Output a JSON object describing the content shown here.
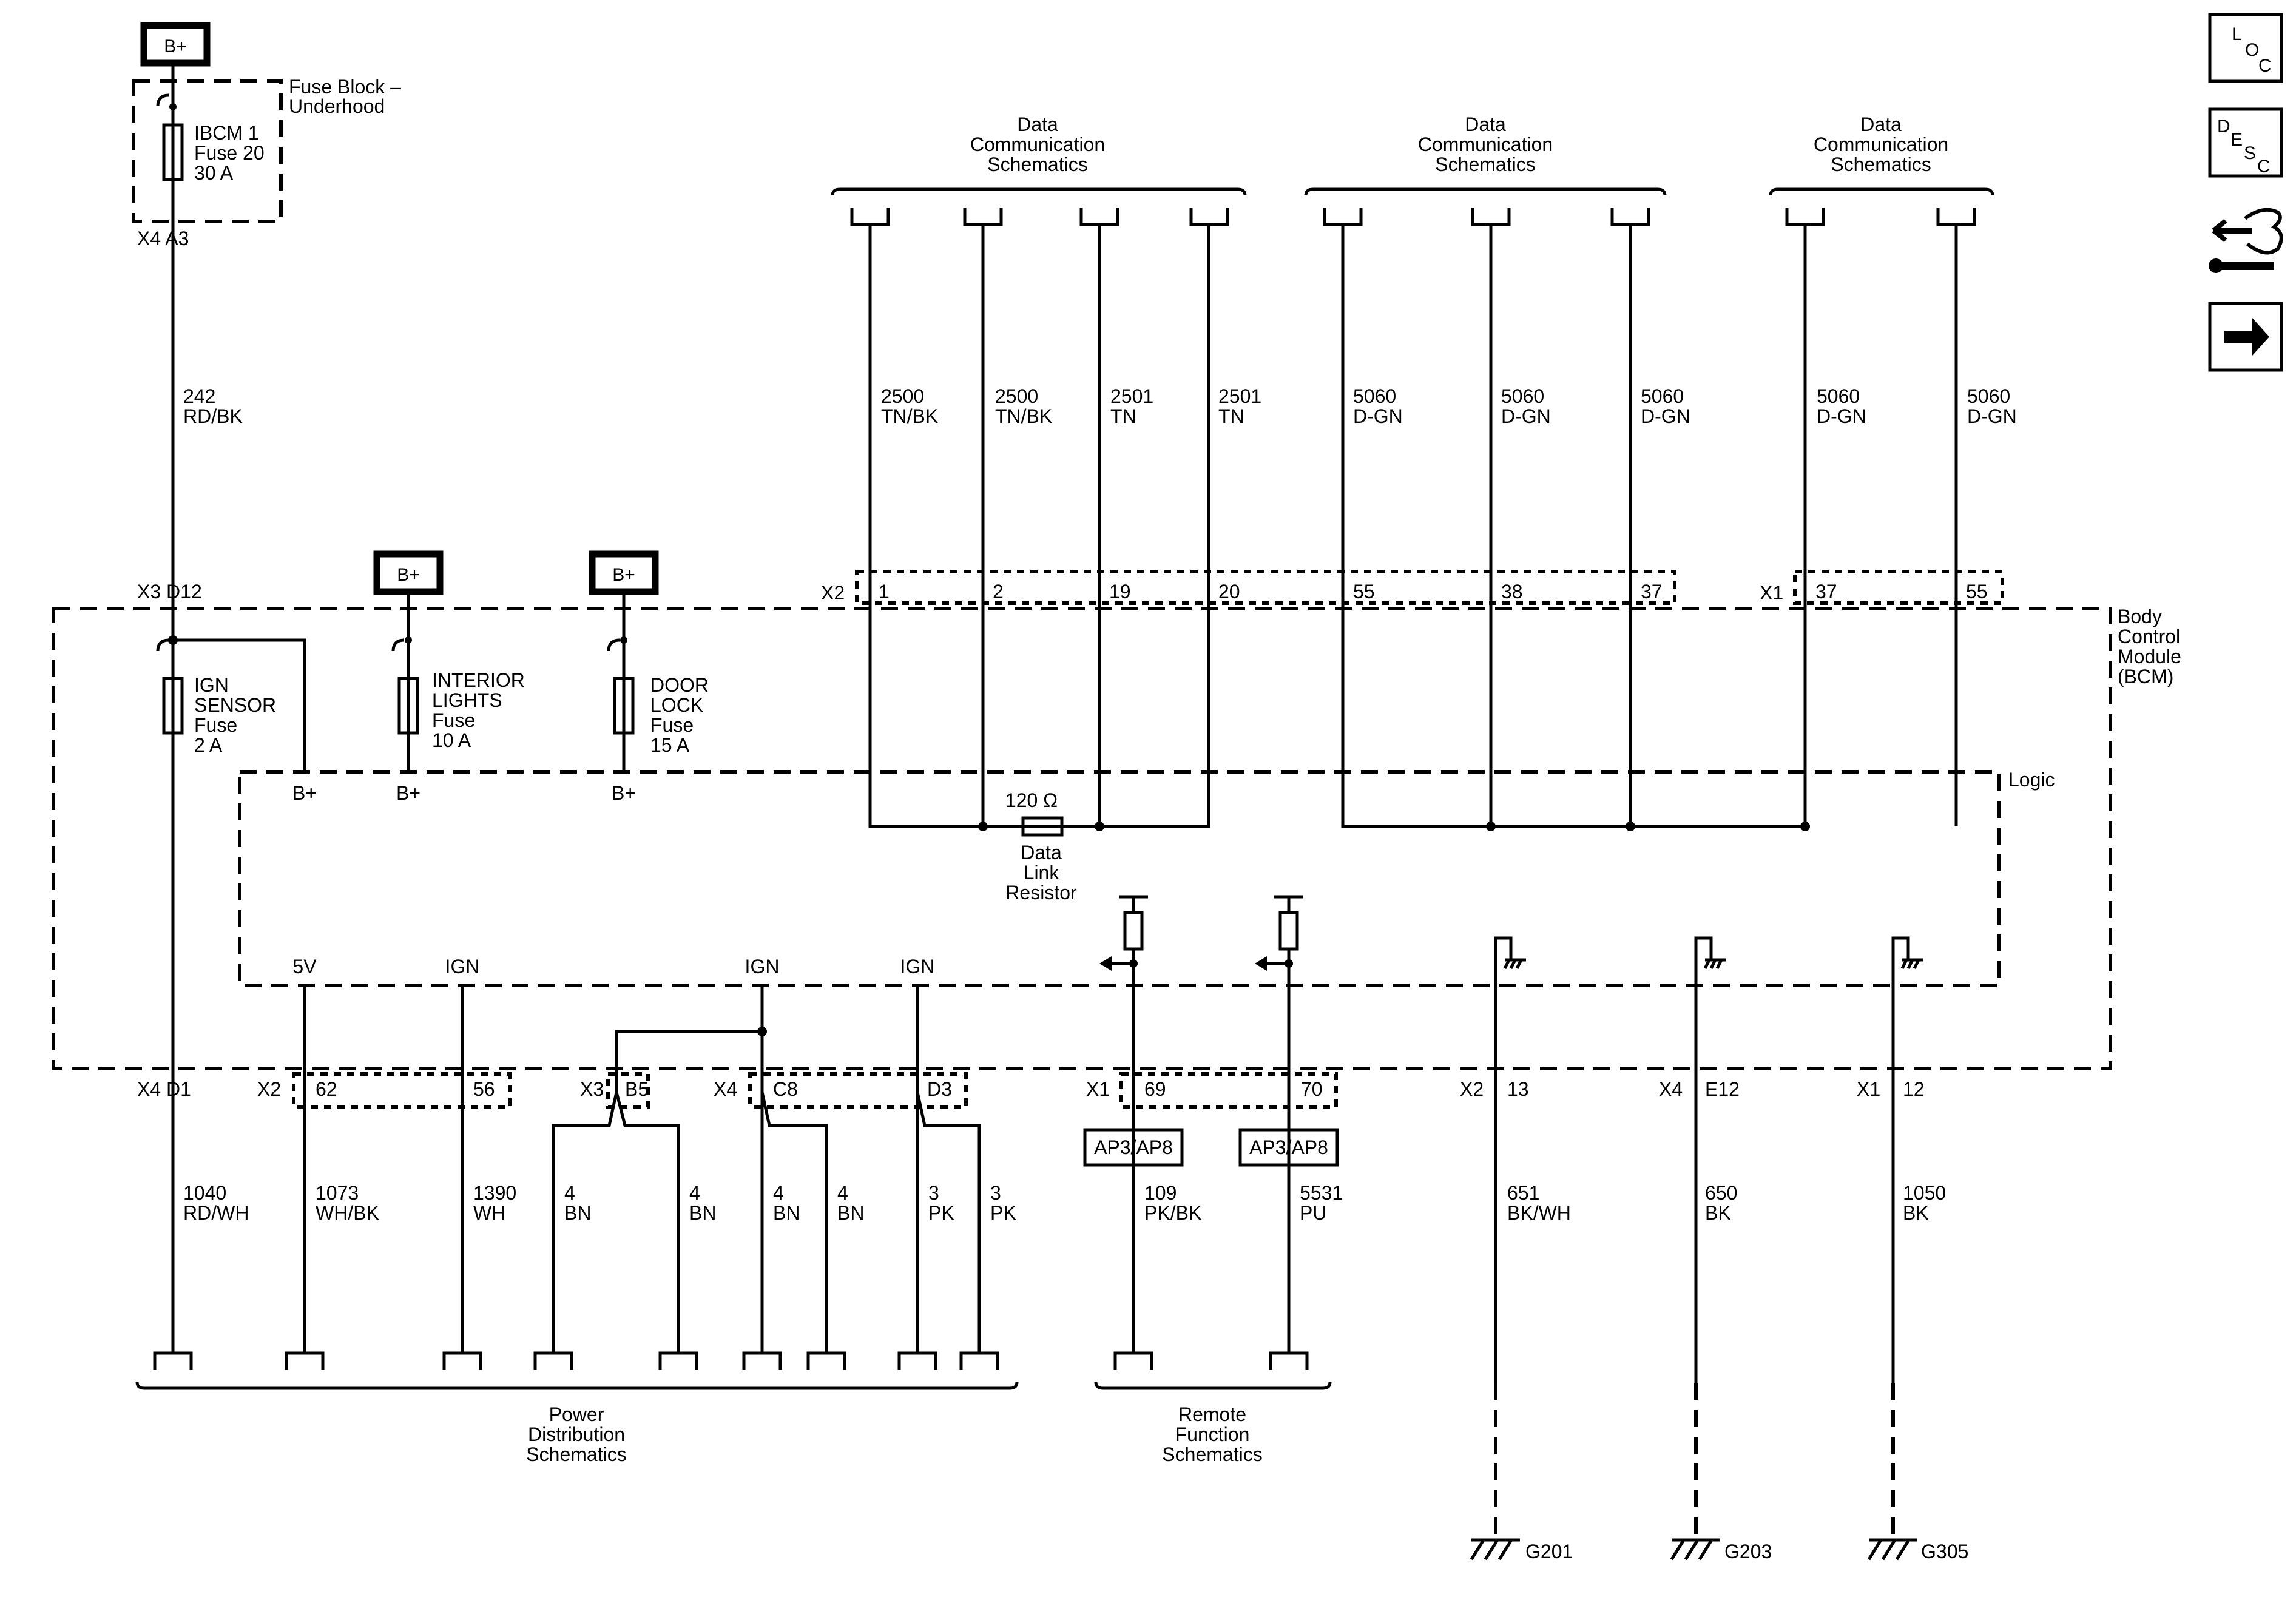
{
  "power_sources": [
    {
      "id": "bplus-top",
      "label": "B+"
    },
    {
      "id": "bplus-interior",
      "label": "B+"
    },
    {
      "id": "bplus-door",
      "label": "B+"
    }
  ],
  "fuse_block": {
    "label_line1": "Fuse Block –",
    "label_line2": "Underhood"
  },
  "fuses": [
    {
      "id": "ibcm1",
      "lines": [
        "IBCM 1",
        "Fuse 20",
        "30 A"
      ]
    },
    {
      "id": "ign-sensor",
      "lines": [
        "IGN",
        "SENSOR",
        "Fuse",
        "2 A"
      ]
    },
    {
      "id": "interior-lights",
      "lines": [
        "INTERIOR",
        "LIGHTS",
        "Fuse",
        "10 A"
      ]
    },
    {
      "id": "door-lock",
      "lines": [
        "DOOR",
        "LOCK",
        "Fuse",
        "15 A"
      ]
    }
  ],
  "module": {
    "name_lines": [
      "Body",
      "Control",
      "Module",
      "(BCM)"
    ],
    "logic_label": "Logic"
  },
  "schematic_refs": {
    "data_comm": [
      "Data",
      "Communication",
      "Schematics"
    ],
    "power_dist": [
      "Power",
      "Distribution",
      "Schematics"
    ],
    "remote_func": [
      "Remote",
      "Function",
      "Schematics"
    ]
  },
  "resistor": {
    "value": "120 Ω",
    "lines": [
      "Data",
      "Link",
      "Resistor"
    ]
  },
  "connectors": [
    {
      "id": "c-x4-a3",
      "text": "X4  A3"
    },
    {
      "id": "c-x3-d12",
      "text": "X3  D12"
    },
    {
      "id": "c-x2",
      "text": "X2"
    },
    {
      "id": "c-x1-top",
      "text": "X1"
    },
    {
      "id": "c-x4-d1",
      "text": "X4  D1"
    },
    {
      "id": "c-x2-b",
      "text": "X2"
    },
    {
      "id": "c-x3-b5",
      "text": "X3"
    },
    {
      "id": "c-x4-c8",
      "text": "X4"
    },
    {
      "id": "c-x1-69",
      "text": "X1"
    },
    {
      "id": "c-x2-13",
      "text": "X2"
    },
    {
      "id": "c-x4-e12",
      "text": "X4"
    },
    {
      "id": "c-x1-12",
      "text": "X1"
    }
  ],
  "pins_top": [
    "1",
    "2",
    "19",
    "20",
    "55",
    "38",
    "37",
    "37",
    "55"
  ],
  "pins_bottom": [
    "62",
    "56",
    "B5",
    "C8",
    "D3",
    "69",
    "70",
    "13",
    "E12",
    "12"
  ],
  "internal_labels": [
    "B+",
    "B+",
    "B+",
    "5V",
    "IGN",
    "IGN",
    "IGN"
  ],
  "ap_labels": [
    "AP3/AP8",
    "AP3/AP8"
  ],
  "wires_top": [
    {
      "num": "242",
      "color": "RD/BK"
    },
    {
      "num": "2500",
      "color": "TN/BK"
    },
    {
      "num": "2500",
      "color": "TN/BK"
    },
    {
      "num": "2501",
      "color": "TN"
    },
    {
      "num": "2501",
      "color": "TN"
    },
    {
      "num": "5060",
      "color": "D-GN"
    },
    {
      "num": "5060",
      "color": "D-GN"
    },
    {
      "num": "5060",
      "color": "D-GN"
    },
    {
      "num": "5060",
      "color": "D-GN"
    },
    {
      "num": "5060",
      "color": "D-GN"
    }
  ],
  "wires_bottom": [
    {
      "num": "1040",
      "color": "RD/WH"
    },
    {
      "num": "1073",
      "color": "WH/BK"
    },
    {
      "num": "1390",
      "color": "WH"
    },
    {
      "num": "4",
      "color": "BN"
    },
    {
      "num": "4",
      "color": "BN"
    },
    {
      "num": "4",
      "color": "BN"
    },
    {
      "num": "4",
      "color": "BN"
    },
    {
      "num": "3",
      "color": "PK"
    },
    {
      "num": "3",
      "color": "PK"
    },
    {
      "num": "109",
      "color": "PK/BK"
    },
    {
      "num": "5531",
      "color": "PU"
    },
    {
      "num": "651",
      "color": "BK/WH"
    },
    {
      "num": "650",
      "color": "BK"
    },
    {
      "num": "1050",
      "color": "BK"
    }
  ],
  "grounds": [
    "G201",
    "G203",
    "G305"
  ],
  "side_icons": [
    {
      "id": "loc",
      "letters": [
        "L",
        "O",
        "C"
      ],
      "icon": "loc-icon"
    },
    {
      "id": "desc",
      "letters": [
        "D",
        "E",
        "S",
        "C"
      ],
      "icon": "desc-icon"
    },
    {
      "id": "connector-tool",
      "icon": "connector-wrench-icon"
    },
    {
      "id": "next",
      "icon": "arrow-right-icon"
    }
  ]
}
